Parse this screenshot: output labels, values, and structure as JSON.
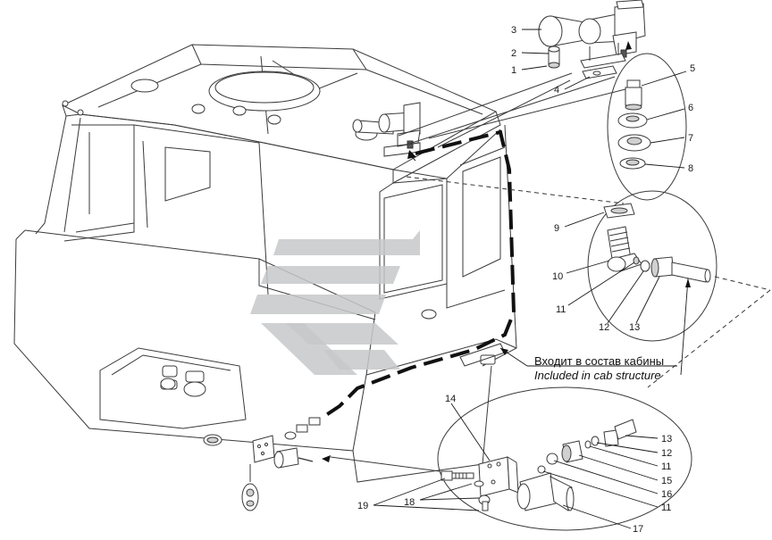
{
  "callouts": {
    "c1": "1",
    "c2": "2",
    "c3": "3",
    "c4": "4",
    "c5": "5",
    "c6": "6",
    "c7": "7",
    "c8": "8",
    "c9": "9",
    "c10": "10",
    "c11a": "11",
    "c12a": "12",
    "c13a": "13",
    "c14": "14",
    "c13b": "13",
    "c12b": "12",
    "c11b": "11",
    "c15": "15",
    "c16": "16",
    "c11c": "11",
    "c17": "17",
    "c18": "18",
    "c19": "19"
  },
  "note": {
    "ru": "Входит в состав кабины",
    "en": "Included in cab structure"
  },
  "colors": {
    "line": "#3a3a3a",
    "pipe": "#111111",
    "watermark": "#c5c8c9"
  }
}
